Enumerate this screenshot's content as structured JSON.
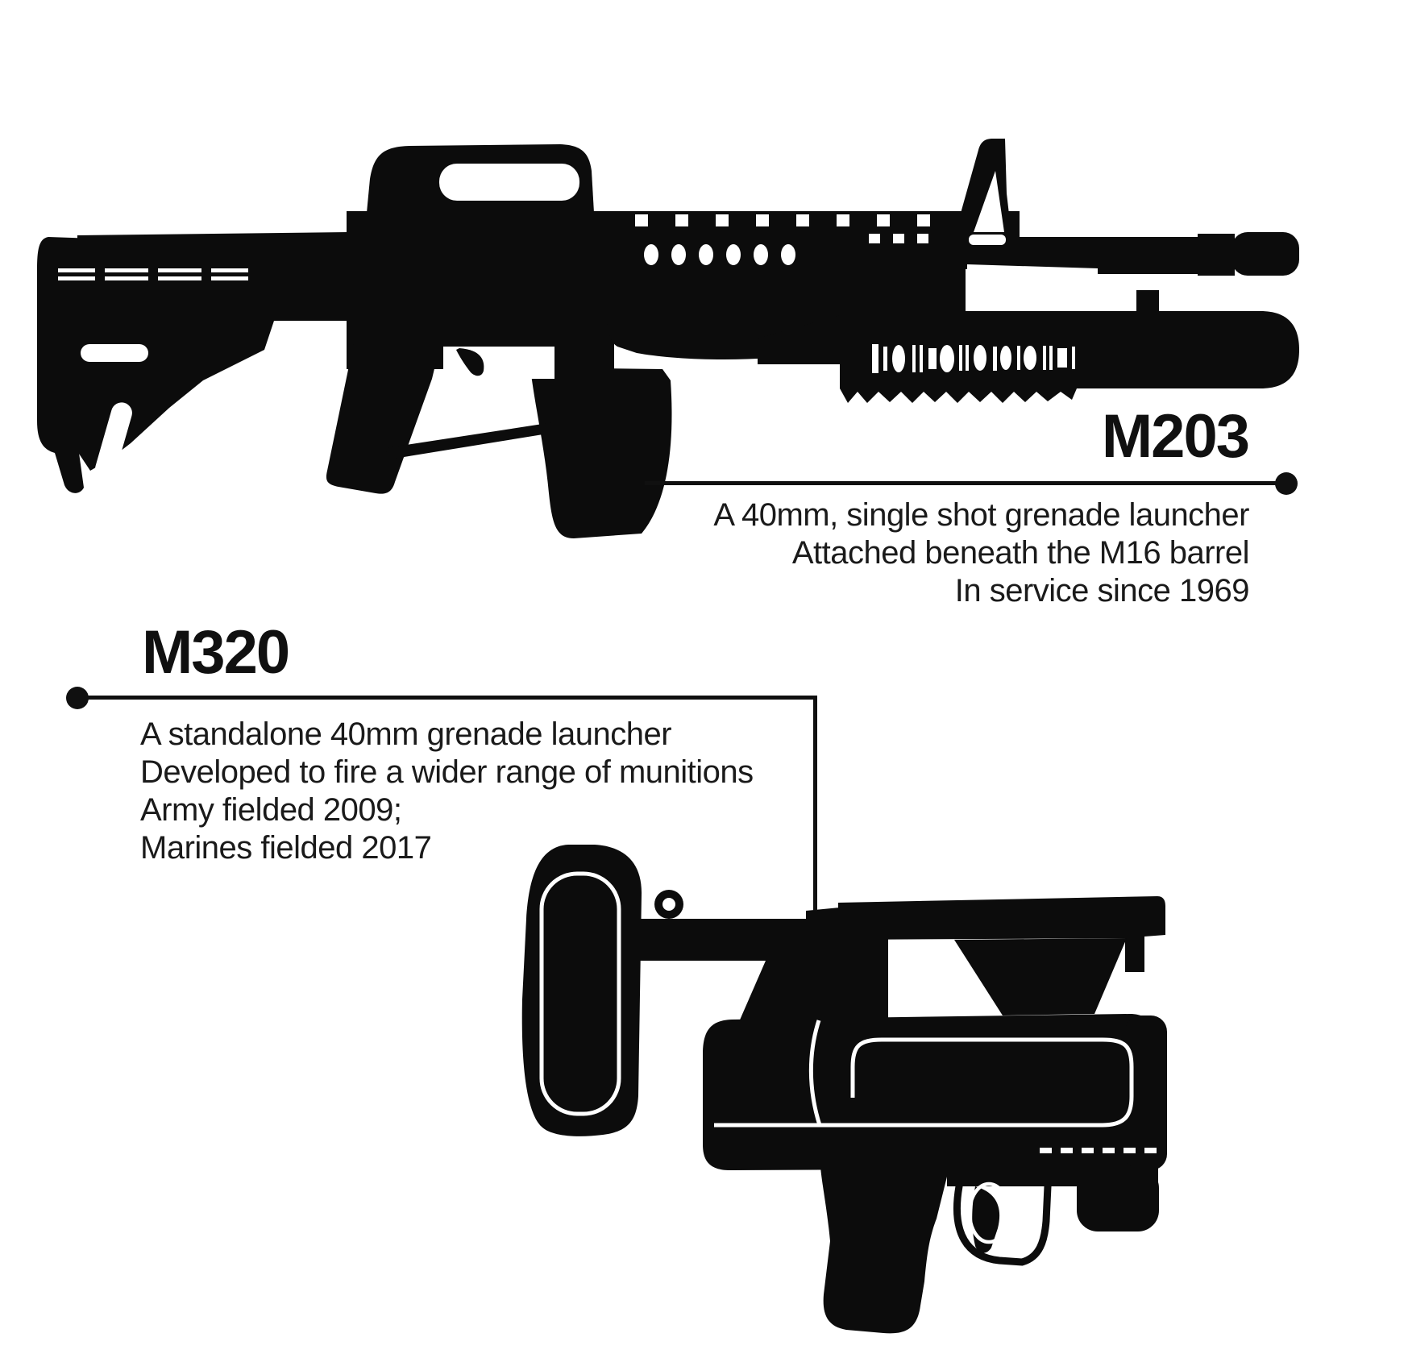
{
  "colors": {
    "background": "#ffffff",
    "ink": "#0c0c0c",
    "text": "#1a1a1a"
  },
  "m203": {
    "title": "M203",
    "description_lines": [
      "A 40mm, single shot grenade launcher",
      "Attached beneath the M16 barrel",
      "In service since 1969"
    ],
    "silhouette": "rifle-with-underbarrel-grenade-launcher-icon"
  },
  "m320": {
    "title": "M320",
    "description_lines": [
      "A standalone 40mm grenade launcher",
      "Developed to fire a wider range of munitions",
      "Army fielded 2009;",
      "Marines fielded 2017"
    ],
    "silhouette": "standalone-grenade-launcher-icon"
  }
}
